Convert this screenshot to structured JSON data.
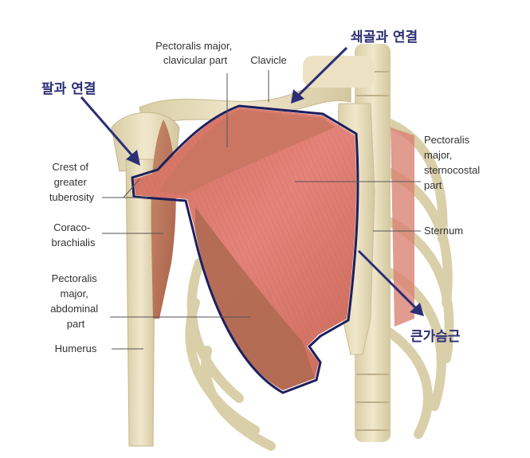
{
  "annotations": {
    "clavicle_connection": "쇄골과 연결",
    "arm_connection": "팔과 연결",
    "pectoralis_major_korean": "큰가슴근"
  },
  "labels": {
    "pect_clavicular": [
      "Pectoralis major,",
      "clavicular part"
    ],
    "clavicle": "Clavicle",
    "crest": [
      "Crest of",
      "greater",
      "tuberosity"
    ],
    "pect_sternocostal": [
      "Pectoralis",
      "major,",
      "sternocostal",
      "part"
    ],
    "coracobrachialis": [
      "Coraco-",
      "brachialis"
    ],
    "sternum": "Sternum",
    "pect_abdominal": [
      "Pectoralis",
      "major,",
      "abdominal",
      "part"
    ],
    "humerus": "Humerus"
  },
  "colors": {
    "annotation_accent": "#2c2f75",
    "muscle": "#e2786c",
    "bone": "#e9dfbe"
  }
}
